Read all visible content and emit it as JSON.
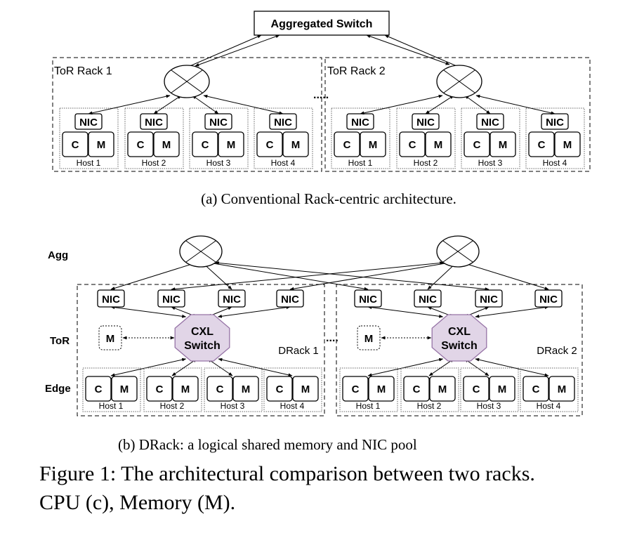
{
  "top": {
    "switch_label": "Aggregated Switch",
    "racks": [
      {
        "label": "ToR Rack 1"
      },
      {
        "label": "ToR Rack 2"
      }
    ],
    "separator": ".....",
    "nic_label": "NIC",
    "cpu_label": "C",
    "mem_label": "M",
    "hosts": [
      "Host 1",
      "Host 2",
      "Host 3",
      "Host 4"
    ],
    "caption": "(a)  Conventional Rack-centric architecture."
  },
  "bottom": {
    "levels": [
      "Agg",
      "ToR",
      "Edge"
    ],
    "racks": [
      {
        "label": "DRack 1"
      },
      {
        "label": "DRack 2"
      }
    ],
    "separator": "....",
    "nic_label": "NIC",
    "cxl_line1": "CXL",
    "cxl_line2": "Switch",
    "pool_mem_label": "M",
    "cpu_label": "C",
    "mem_label": "M",
    "hosts": [
      "Host 1",
      "Host 2",
      "Host 3",
      "Host 4"
    ],
    "caption": "(b)  DRack: a logical shared memory and NIC pool",
    "cxl_color": "#e1d5e7",
    "cxl_stroke": "#9673a6"
  },
  "figure_caption": {
    "line1": "Figure 1: The architectural comparison between two racks.",
    "line2": "CPU (c), Memory (M)."
  }
}
